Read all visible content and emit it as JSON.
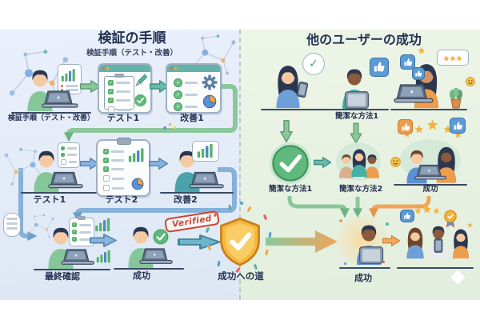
{
  "left_panel": {
    "title": "検証の手順",
    "subtitle": "検証手順（テスト・改善）",
    "nodes": {
      "start": "検証手順（テスト・改善）",
      "test1_card": "テスト1",
      "improve1_card": "改善1",
      "test1_person": "テスト1",
      "test2_card": "テスト2",
      "improve2_person": "改善2",
      "final_check": "最終確認",
      "success": "成功"
    },
    "stamp": "Verified"
  },
  "center": {
    "shield_label": "成功への道"
  },
  "right_panel": {
    "title": "他のユーザーの成功",
    "nodes": {
      "method1_top": "簡潔な方法1",
      "method1": "簡潔な方法1",
      "method2": "簡潔な方法2",
      "success_pair": "成功",
      "success_final": "成功"
    }
  },
  "icons": {
    "star": "★",
    "check": "✓"
  },
  "colors": {
    "left_bg": "#dde7f4",
    "right_bg": "#e2eedd",
    "title_text": "#233050",
    "green_arrow": "#8cc79b",
    "blue_arrow": "#87b3de",
    "teal_arrow": "#68b8ac",
    "orange_arrow": "#f2ab5c",
    "shield_gold": "#f6b93f",
    "verified_red": "#cc4434",
    "check_green": "#57b26b",
    "star_gold": "#f2b23c"
  }
}
